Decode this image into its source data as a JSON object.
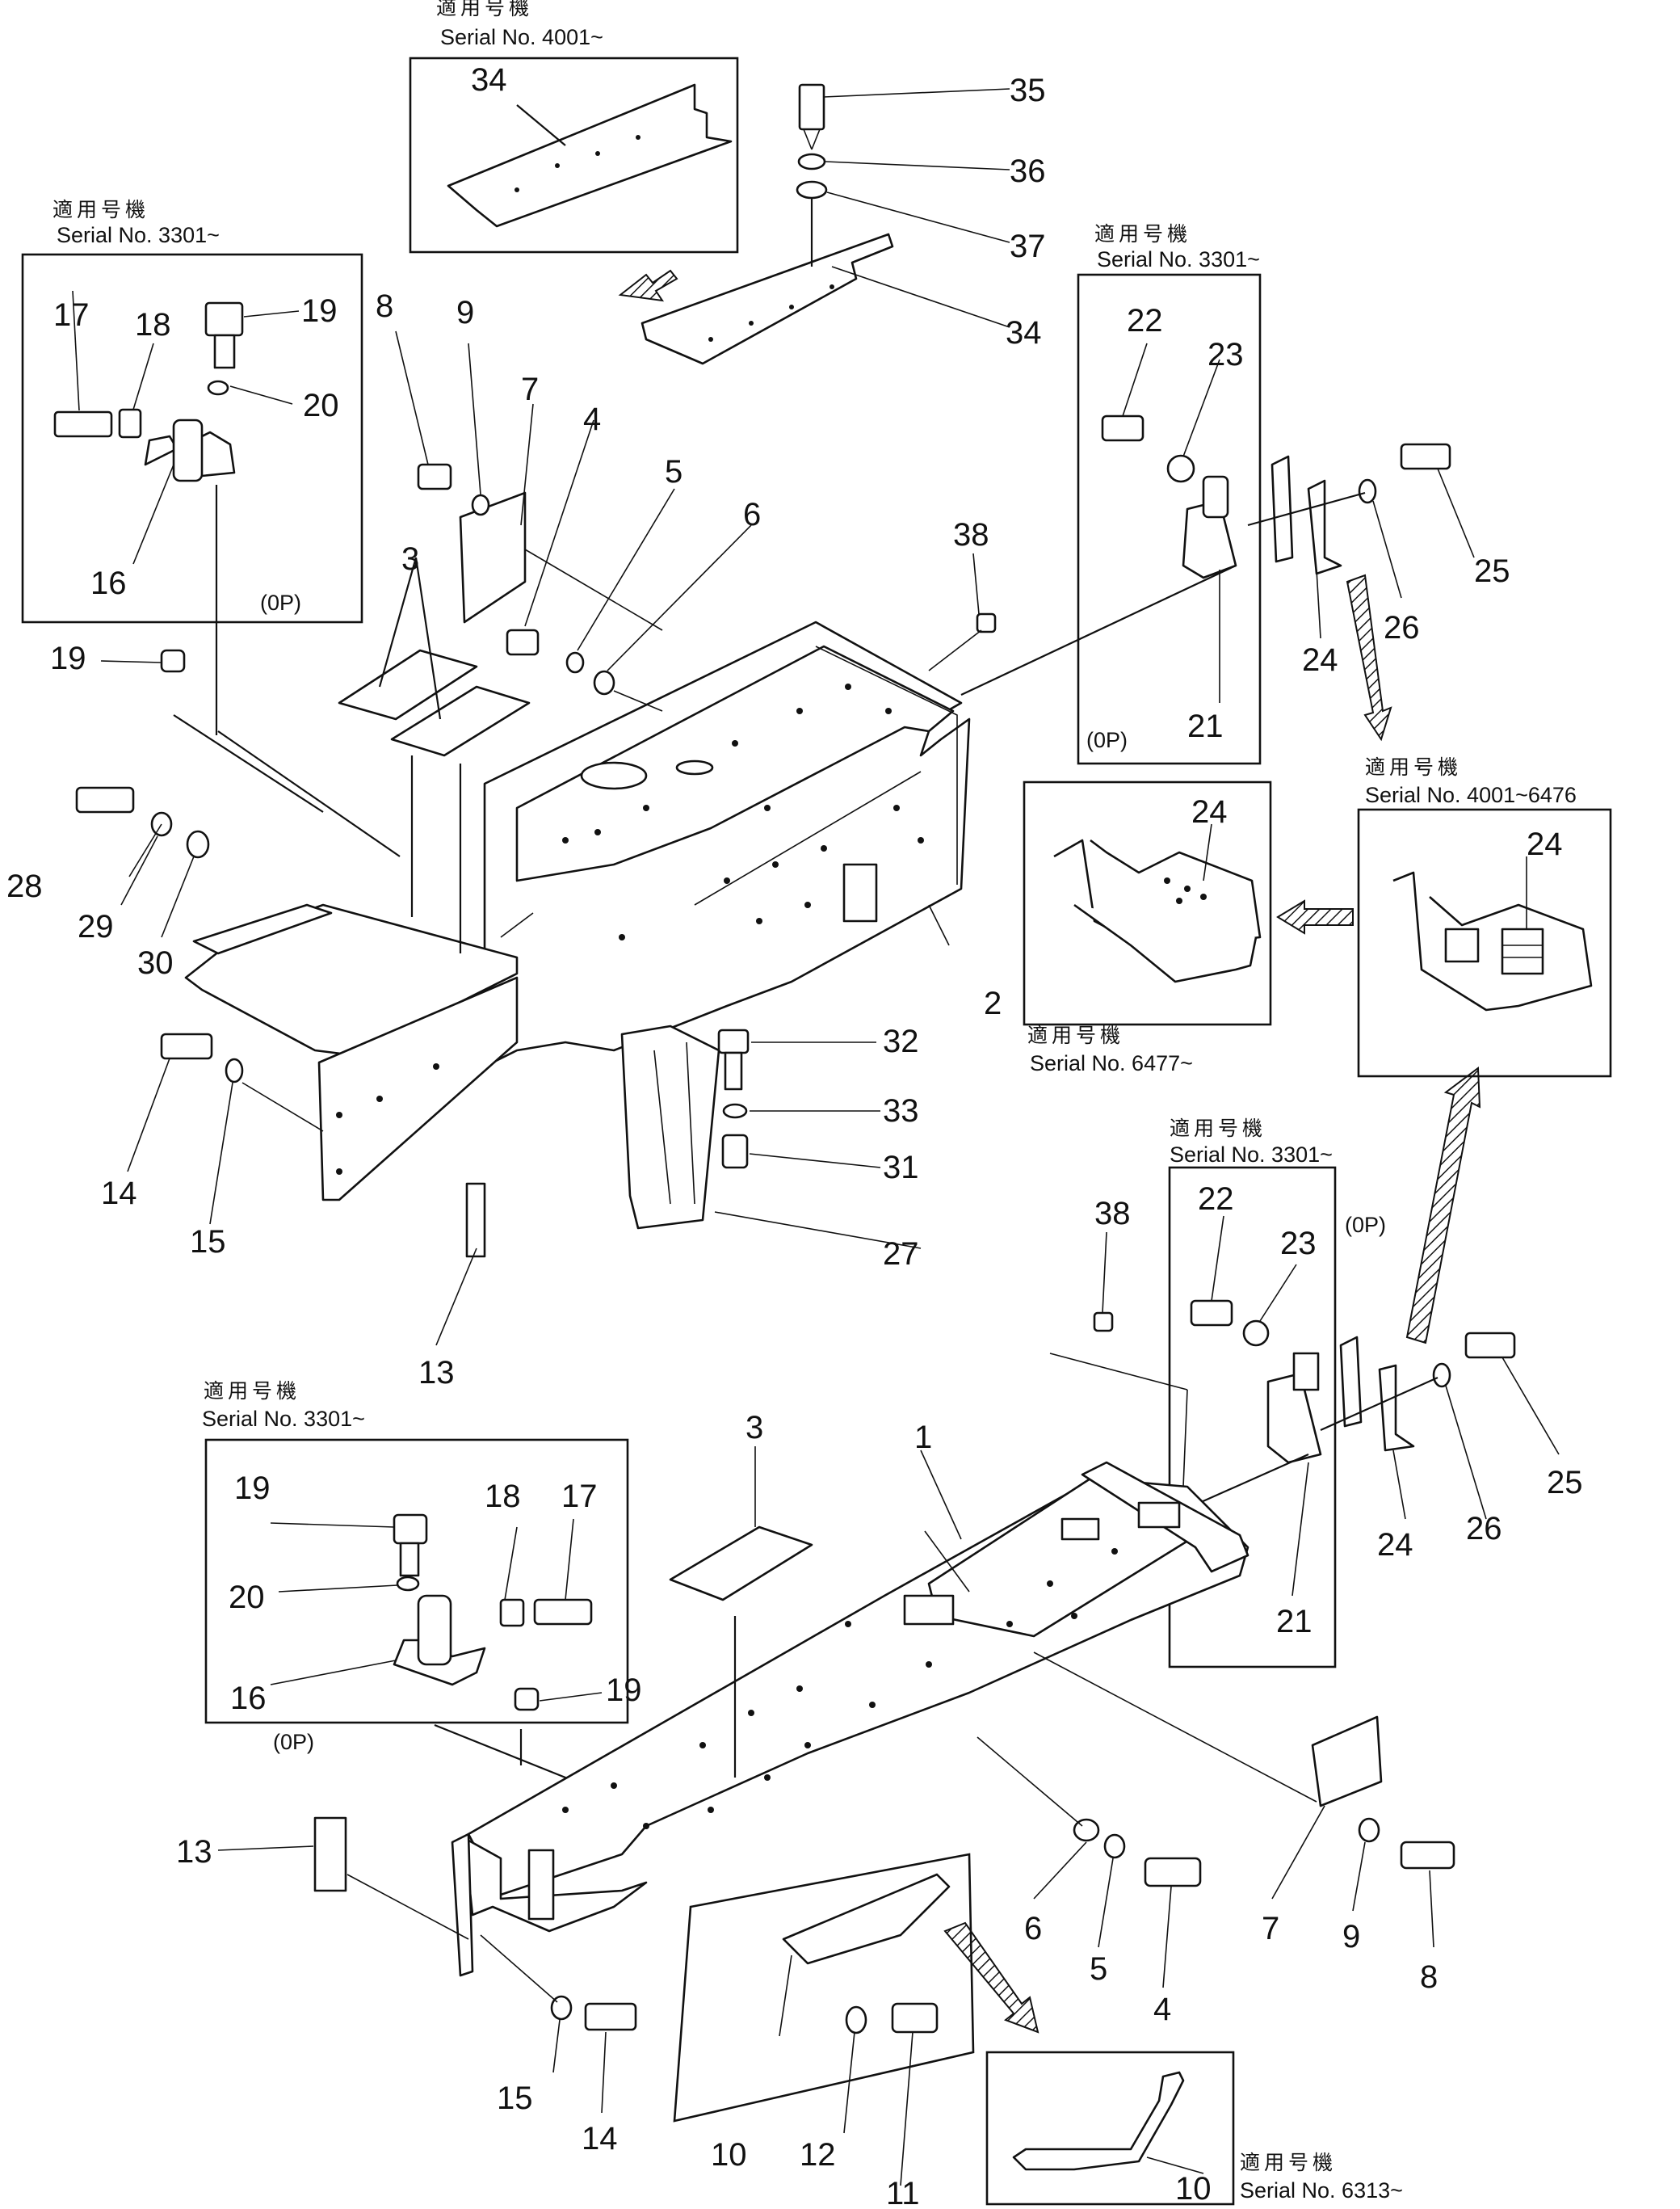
{
  "callouts": {
    "c1": "1",
    "c2": "2",
    "c3a": "3",
    "c3b": "3",
    "c4a": "4",
    "c4b": "4",
    "c5a": "5",
    "c5b": "5",
    "c6a": "6",
    "c6b": "6",
    "c7a": "7",
    "c7b": "7",
    "c8a": "8",
    "c8b": "8",
    "c9a": "9",
    "c9b": "9",
    "c10a": "10",
    "c10b": "10",
    "c11": "11",
    "c12": "12",
    "c13a": "13",
    "c13b": "13",
    "c14a": "14",
    "c14b": "14",
    "c15a": "15",
    "c15b": "15",
    "c16a": "16",
    "c16b": "16",
    "c17a": "17",
    "c17b": "17",
    "c18a": "18",
    "c18b": "18",
    "c19a": "19",
    "c19b": "19",
    "c19c": "19",
    "c19d": "19",
    "c20a": "20",
    "c20b": "20",
    "c21a": "21",
    "c21b": "21",
    "c22a": "22",
    "c22b": "22",
    "c23a": "23",
    "c23b": "23",
    "c24a": "24",
    "c24b": "24",
    "c24c": "24",
    "c24d": "24",
    "c25a": "25",
    "c25b": "25",
    "c26a": "26",
    "c26b": "26",
    "c27": "27",
    "c28": "28",
    "c29": "29",
    "c30": "30",
    "c31": "31",
    "c32": "32",
    "c33": "33",
    "c34a": "34",
    "c34b": "34",
    "c35": "35",
    "c36": "36",
    "c37": "37",
    "c38a": "38",
    "c38b": "38"
  },
  "serial_labels": {
    "applicable": "適用号機",
    "s4001": "Serial No. 4001~",
    "s3301": "Serial No. 3301~",
    "s4001_6476": "Serial No. 4001~6476",
    "s6477": "Serial No. 6477~",
    "s6313": "Serial No. 6313~"
  },
  "option_label": "(0P)"
}
